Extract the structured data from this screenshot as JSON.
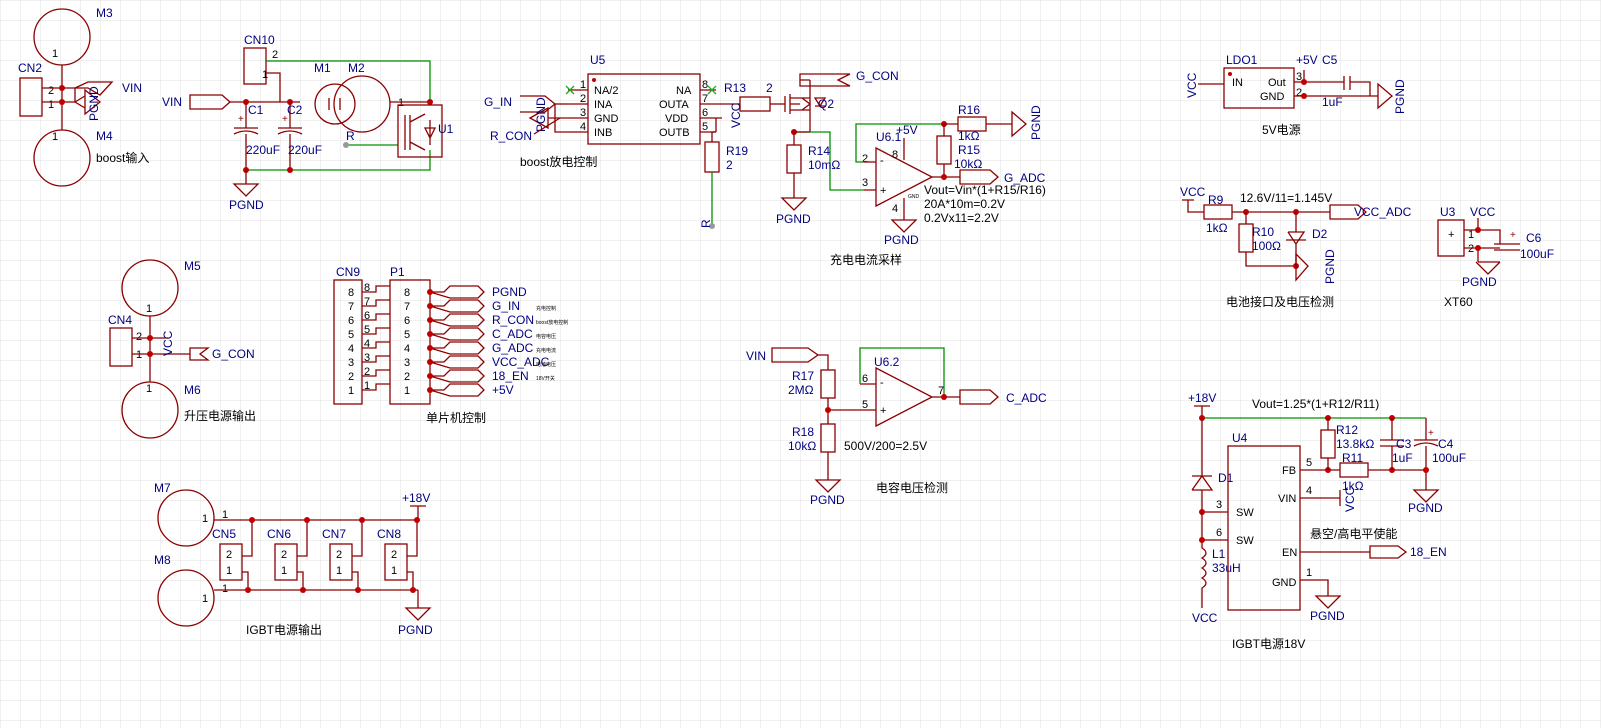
{
  "blocks": {
    "boost_input": {
      "title": "boost输入",
      "refs": {
        "m3": "M3",
        "m4": "M4",
        "cn2": "CN2",
        "cn10": "CN10",
        "m1": "M1",
        "m2": "M2",
        "c1": "C1",
        "c2": "C2",
        "u1": "U1"
      },
      "values": {
        "c1": "220uF",
        "c2": "220uF"
      },
      "nets": {
        "vin_a": "VIN",
        "vin_b": "VIN",
        "pgnd_a": "PGND",
        "pgnd_b": "PGND",
        "r": "R"
      }
    },
    "boost_discharge": {
      "title": "boost放电控制",
      "refs": {
        "u5": "U5",
        "r19": "R19"
      },
      "values": {
        "r19": "2"
      },
      "pins_left": [
        "NA/2",
        "INA",
        "GND",
        "INB"
      ],
      "pins_right": [
        "NA",
        "OUTA",
        "VDD",
        "OUTB"
      ],
      "nets": {
        "g_in": "G_IN",
        "r_con": "R_CON",
        "pgnd": "PGND",
        "vcc": "VCC",
        "r": "R"
      }
    },
    "current_sense": {
      "title": "充电电流采样",
      "refs": {
        "r13": "R13",
        "q2": "Q2",
        "r14": "R14",
        "u6_1": "U6.1",
        "r15": "R15",
        "r16": "R16"
      },
      "values": {
        "r13": "2",
        "r14": "10mΩ",
        "r15": "10kΩ",
        "r16": "1kΩ"
      },
      "notes": [
        "Vout=Vin*(1+R15/R16)",
        "20A*10m=0.2V",
        "0.2Vx11=2.2V"
      ],
      "nets": {
        "g_con": "G_CON",
        "g_adc": "G_ADC",
        "pgnd_a": "PGND",
        "pgnd_b": "PGND",
        "pgnd_c": "PGND",
        "p5v": "+5V"
      }
    },
    "ldo": {
      "title": "5V电源",
      "refs": {
        "ldo1": "LDO1",
        "c5": "C5"
      },
      "values": {
        "c5": "1uF"
      },
      "pins": {
        "in": "IN",
        "out": "Out",
        "gnd": "GND"
      },
      "nets": {
        "vcc": "VCC",
        "p5v": "+5V",
        "pgnd": "PGND"
      }
    },
    "battery": {
      "title": "电池接口及电压检测",
      "refs": {
        "r9": "R9",
        "r10": "R10",
        "d2": "D2"
      },
      "values": {
        "r9": "1kΩ",
        "r10": "100Ω"
      },
      "note": "12.6V/11=1.145V",
      "nets": {
        "vcc": "VCC",
        "vcc_adc": "VCC_ADC",
        "pgnd": "PGND"
      }
    },
    "xt60": {
      "title": "XT60",
      "refs": {
        "u3": "U3",
        "c6": "C6"
      },
      "values": {
        "c6": "100uF"
      },
      "nets": {
        "vcc": "VCC",
        "pgnd": "PGND"
      }
    },
    "boost_out": {
      "title": "升压电源输出",
      "refs": {
        "m5": "M5",
        "m6": "M6",
        "cn4": "CN4"
      },
      "nets": {
        "vcc": "VCC",
        "g_con": "G_CON"
      }
    },
    "mcu": {
      "title": "单片机控制",
      "refs": {
        "cn9": "CN9",
        "p1": "P1"
      },
      "pin_numbers": [
        "8",
        "7",
        "6",
        "5",
        "4",
        "3",
        "2",
        "1"
      ],
      "signals": [
        {
          "net": "PGND",
          "note": ""
        },
        {
          "net": "G_IN",
          "note": "充电控制"
        },
        {
          "net": "R_CON",
          "note": "boost放电控制"
        },
        {
          "net": "C_ADC",
          "note": "电容电压"
        },
        {
          "net": "G_ADC",
          "note": "充电电流"
        },
        {
          "net": "VCC_ADC",
          "note": "电池电压"
        },
        {
          "net": "18_EN",
          "note": "18V开关"
        },
        {
          "net": "+5V",
          "note": ""
        }
      ]
    },
    "cap_voltage": {
      "title": "电容电压检测",
      "refs": {
        "u6_2": "U6.2",
        "r17": "R17",
        "r18": "R18"
      },
      "values": {
        "r17": "2MΩ",
        "r18": "10kΩ"
      },
      "note": "500V/200=2.5V",
      "nets": {
        "vin": "VIN",
        "c_adc": "C_ADC",
        "pgnd": "PGND"
      }
    },
    "igbt_out": {
      "title": "IGBT电源输出",
      "refs": {
        "m7": "M7",
        "m8": "M8",
        "cn5": "CN5",
        "cn6": "CN6",
        "cn7": "CN7",
        "cn8": "CN8"
      },
      "nets": {
        "p18v": "+18V",
        "pgnd": "PGND"
      }
    },
    "igbt_18v": {
      "title": "IGBT电源18V",
      "refs": {
        "u4": "U4",
        "d1": "D1",
        "l1": "L1",
        "r12": "R12",
        "r11": "R11",
        "c3": "C3",
        "c4": "C4"
      },
      "values": {
        "l1": "33uH",
        "r12": "13.8kΩ",
        "r11": "1kΩ",
        "c3": "1uF",
        "c4": "100uF"
      },
      "pins": {
        "sw_a": "SW",
        "sw_b": "SW",
        "fb": "FB",
        "vin": "VIN",
        "en": "EN",
        "gnd": "GND"
      },
      "note_formula": "Vout=1.25*(1+R12/R11)",
      "note_enable": "悬空/高电平使能",
      "nets": {
        "p18v": "+18V",
        "vcc_a": "VCC",
        "vcc_b": "VCC",
        "en": "18_EN",
        "pgnd_a": "PGND",
        "pgnd_b": "PGND"
      }
    }
  }
}
